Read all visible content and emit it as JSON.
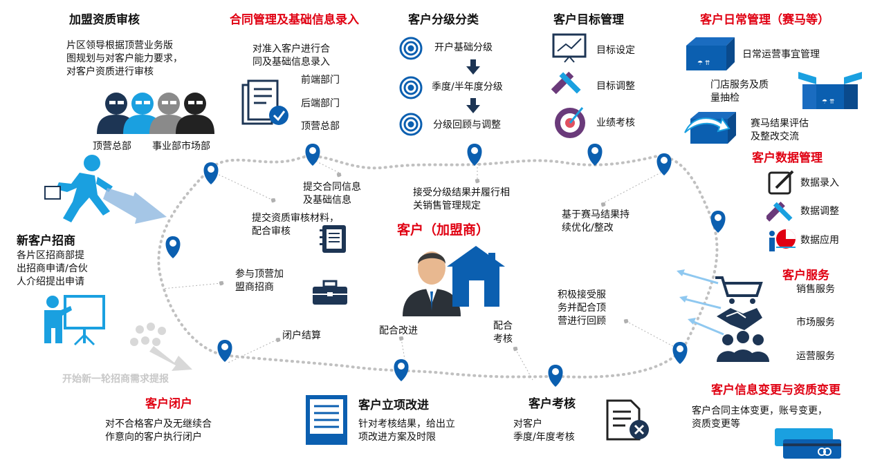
{
  "colors": {
    "blue": "#0b5fb0",
    "light_blue": "#1aa0e0",
    "red": "#e00012",
    "dark": "#222222",
    "grey_text": "#c8c8c8",
    "dotted_path": "#c0c0c0"
  },
  "center": {
    "title": "客户（加盟商）"
  },
  "new_customer": {
    "title": "新客户招商",
    "desc": "各片区招商部提\n出招商申请/合伙\n人介绍提出申请"
  },
  "franchise_review": {
    "title": "加盟资质审核",
    "desc": "片区领导根据顶营业务版\n图规划与对客户能力要求，\n对客户资质进行审核",
    "labels": [
      "顶营总部",
      "事业部市场部"
    ]
  },
  "contract": {
    "title": "合同管理及基础信息录入",
    "desc": "对准入客户进行合\n同及基础信息录入",
    "items": [
      "前端部门",
      "后端部门",
      "顶营总部"
    ]
  },
  "classification": {
    "title": "客户分级分类",
    "steps": [
      "开户基础分级",
      "季度/半年度分级",
      "分级回顾与调整"
    ]
  },
  "target": {
    "title": "客户目标管理",
    "items": [
      "目标设定",
      "目标调整",
      "业绩考核"
    ]
  },
  "daily": {
    "title": "客户日常管理（赛马等）",
    "items": [
      "日常运营事宜管理",
      "门店服务及质\n量抽检",
      "赛马结果评估\n及整改交流"
    ]
  },
  "data_mgmt": {
    "title": "客户数据管理",
    "items": [
      "数据录入",
      "数据调整",
      "数据应用"
    ]
  },
  "service": {
    "title": "客户服务",
    "items": [
      "销售服务",
      "市场服务",
      "运营服务"
    ]
  },
  "info_change": {
    "title": "客户信息变更与资质变更",
    "desc": "客户合同主体变更，账号变更，\n资质变更等"
  },
  "assessment": {
    "title": "客户考核",
    "desc": "对客户\n季度/年度考核"
  },
  "improvement": {
    "title": "客户立项改进",
    "desc": "针对考核结果，给出立\n项改进方案及时限"
  },
  "closure": {
    "title": "客户闭户",
    "desc": "对不合格客户及无继续合\n作意向的客户执行闭户"
  },
  "restart": {
    "label": "开始新一轮招商需求提报"
  },
  "path_labels": {
    "submit_contract": "提交合同信息\n及基础信息",
    "submit_review": "提交资质审核材料，\n配合审核",
    "accept_class": "接受分级结果并履行相\n关销售管理规定",
    "race_improve": "基于赛马结果持\n续优化/整改",
    "accept_service": "积极接受服\n务并配合顶\n营进行回顾",
    "join_recruit": "参与顶营加\n盟商招商",
    "closure_settle": "闭户结算",
    "cooperate_improve": "配合改进",
    "cooperate_assess": "配合\n考核"
  }
}
